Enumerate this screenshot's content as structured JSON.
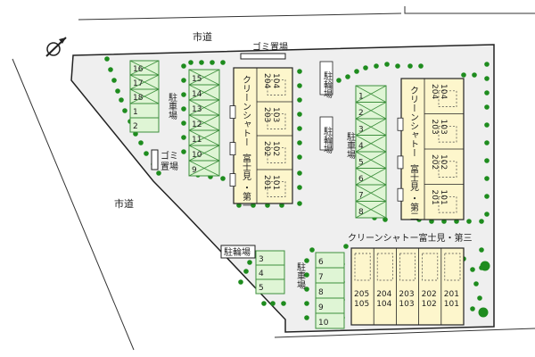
{
  "labels": {
    "road_top": "市道",
    "road_left": "市道",
    "garbage_top": "ゴミ置場",
    "garbage_left_1": "ゴミ",
    "garbage_left_2": "置場",
    "parking": "駐車場",
    "bicycle": "駐輪場",
    "building_three": "クリーンシャトー富士見・第三"
  },
  "parking_nw": [
    "16",
    "17",
    "18",
    "1",
    "2"
  ],
  "parking_mid": [
    "15",
    "14",
    "13",
    "12",
    "11",
    "10",
    "9"
  ],
  "parking_right": [
    "1",
    "2",
    "3",
    "4",
    "5",
    "6",
    "7",
    "8"
  ],
  "parking_bl": [
    "3",
    "4",
    "5"
  ],
  "parking_br": [
    "6",
    "7",
    "8",
    "9",
    "10"
  ],
  "building_one": {
    "name_lines": [
      "クリーンシャトー",
      "富士見",
      "・第一"
    ],
    "units_upper": [
      "204",
      "203",
      "202",
      "201"
    ],
    "units_lower": [
      "104",
      "103",
      "102",
      "101"
    ]
  },
  "building_two": {
    "name_lines": [
      "クリーンシャトー",
      "富士見",
      "・第二"
    ],
    "units_upper": [
      "204",
      "203",
      "202",
      "201"
    ],
    "units_lower": [
      "104",
      "103",
      "102",
      "101"
    ]
  },
  "building_three": {
    "units_upper": [
      "205",
      "204",
      "203",
      "202",
      "201"
    ],
    "units_lower": [
      "105",
      "104",
      "103",
      "102",
      "101"
    ]
  },
  "colors": {
    "site": "#efefef",
    "building": "#fdf6cc",
    "parking": "#dff5d5",
    "parking_border": "#3d8f3d",
    "tree": "#1e8c1e",
    "outline": "#222222"
  }
}
